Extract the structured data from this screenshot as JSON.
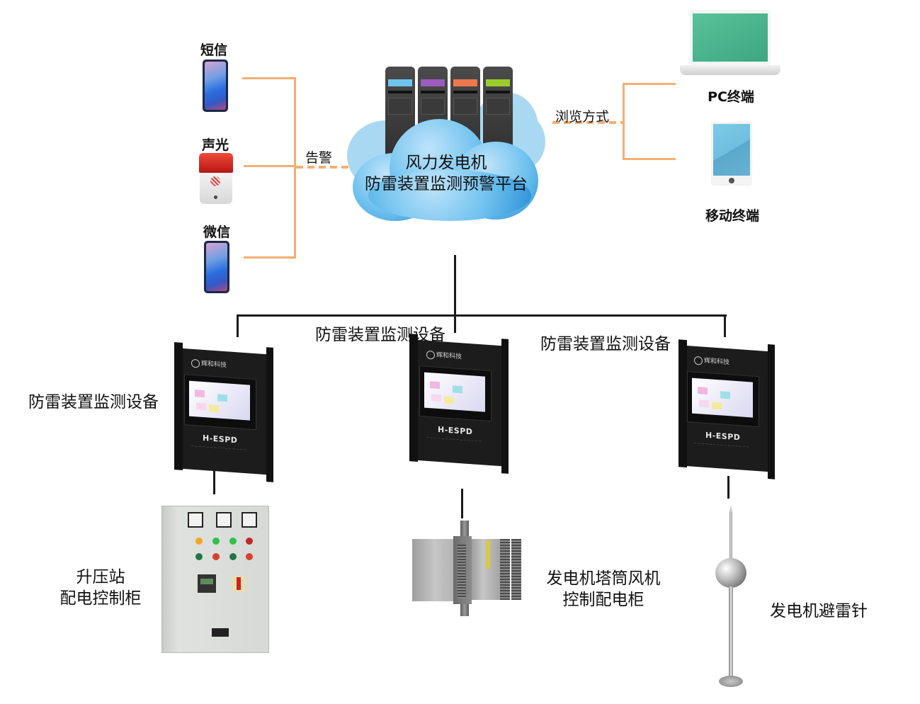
{
  "alerts": {
    "connector_label": "告警",
    "items": [
      {
        "label": "短信",
        "icon": "phone-icon"
      },
      {
        "label": "声光",
        "icon": "siren-icon"
      },
      {
        "label": "微信",
        "icon": "phone-icon"
      }
    ]
  },
  "platform": {
    "title_line1": "风力发电机",
    "title_line2": "防雷装置监测预警平台",
    "server_band_colors": [
      "#6ec6ef",
      "#9a5cbf",
      "#f0774a",
      "#9ccc2c"
    ]
  },
  "browse": {
    "connector_label": "浏览方式",
    "terminals": [
      {
        "label": "PC终端",
        "icon": "laptop-icon"
      },
      {
        "label": "移动终端",
        "icon": "tablet-icon"
      }
    ]
  },
  "devices": {
    "model": "H-ESPD",
    "brand": "辉和科技",
    "items": [
      {
        "label": "防雷装置监测设备"
      },
      {
        "label": "防雷装置监测设备"
      },
      {
        "label": "防雷装置监测设备"
      }
    ]
  },
  "targets": [
    {
      "line1": "升压站",
      "line2": "配电控制柜",
      "icon": "control-cabinet-icon"
    },
    {
      "line1": "发电机塔筒风机",
      "line2": "控制配电柜",
      "icon": "tower-control-box-icon"
    },
    {
      "line1": "发电机避雷针",
      "line2": "",
      "icon": "lightning-rod-icon"
    }
  ],
  "colors": {
    "connector_orange": "#f4ae74",
    "connector_black": "#1a1a1a",
    "cloud_blue": "#4fb0ea"
  }
}
